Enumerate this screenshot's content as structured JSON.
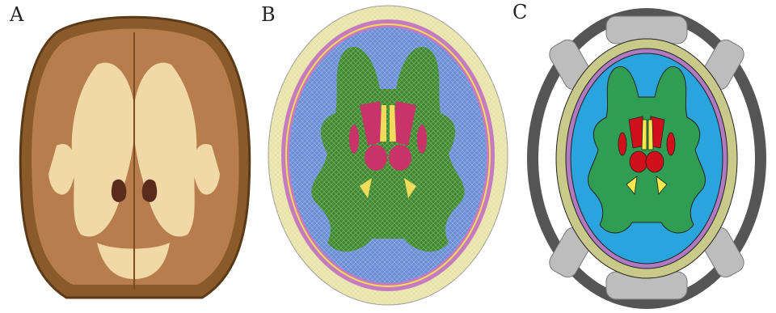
{
  "panels": [
    {
      "label": "A"
    },
    {
      "label": "B"
    },
    {
      "label": "C"
    }
  ],
  "colors": {
    "background": "#ffffff",
    "photo_skull": "#8a5a2a",
    "photo_gray_matter": "#b77d4c",
    "photo_white_matter": "#f0d9a6",
    "mesh_scalp": "#e8e3a8",
    "mesh_csf_outer": "#c67ac0",
    "mesh_gray_matter": "#6b8fd6",
    "mesh_white_matter": "#3f8a2e",
    "mesh_deep_nuclei": "#c8336a",
    "mesh_ventricles": "#f0dc5a",
    "seg_skull_ring": "#555555",
    "seg_electrode_pads": "#bdbdbd",
    "seg_scalp": "#c9c98a",
    "seg_csf": "#b07ac0",
    "seg_gray_matter": "#29a4dc",
    "seg_white_matter": "#2f9e52",
    "seg_deep_nuclei": "#d0101a",
    "seg_ventricles": "#f5e94a"
  }
}
